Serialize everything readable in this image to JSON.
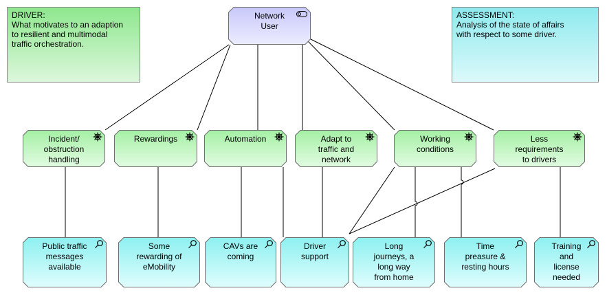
{
  "notes": {
    "driver": "DRIVER:\nWhat motivates to an adaption\nto resilient and multimodal\ntraffic orchestration.",
    "assessment": "ASSESSMENT:\nAnalysis of the state of affairs\nwith respect to some driver."
  },
  "stakeholder": {
    "label": "Network\nUser"
  },
  "goals": [
    {
      "label": "Incident/\nobstruction\nhandling"
    },
    {
      "label": "Rewardings"
    },
    {
      "label": "Automation"
    },
    {
      "label": "Adapt to\ntraffic and\nnetwork"
    },
    {
      "label": "Working\nconditions"
    },
    {
      "label": "Less\nrequirements\nto drivers"
    }
  ],
  "assessments": [
    {
      "label": "Public traffic\nmessages\navailable"
    },
    {
      "label": "Some\nrewarding of\neMobility"
    },
    {
      "label": "CAVs are\ncoming"
    },
    {
      "label": "Driver\nsupport"
    },
    {
      "label": "Long\njourneys, a\nlong way\nfrom home"
    },
    {
      "label": "Time\npreasure &\nresting hours"
    },
    {
      "label": "Training\nand\nlicense\nneeded"
    }
  ],
  "colors": {
    "stakeholder": "#c8c8fa",
    "goal": "#a4f0a4",
    "assessment": "#8df0f0",
    "driver_note": "#8ee78e",
    "assessment_note": "#8eeaee"
  },
  "icons": {
    "stakeholder": "toggle-icon",
    "goal": "ship-wheel-icon",
    "assessment": "magnifier-icon"
  }
}
